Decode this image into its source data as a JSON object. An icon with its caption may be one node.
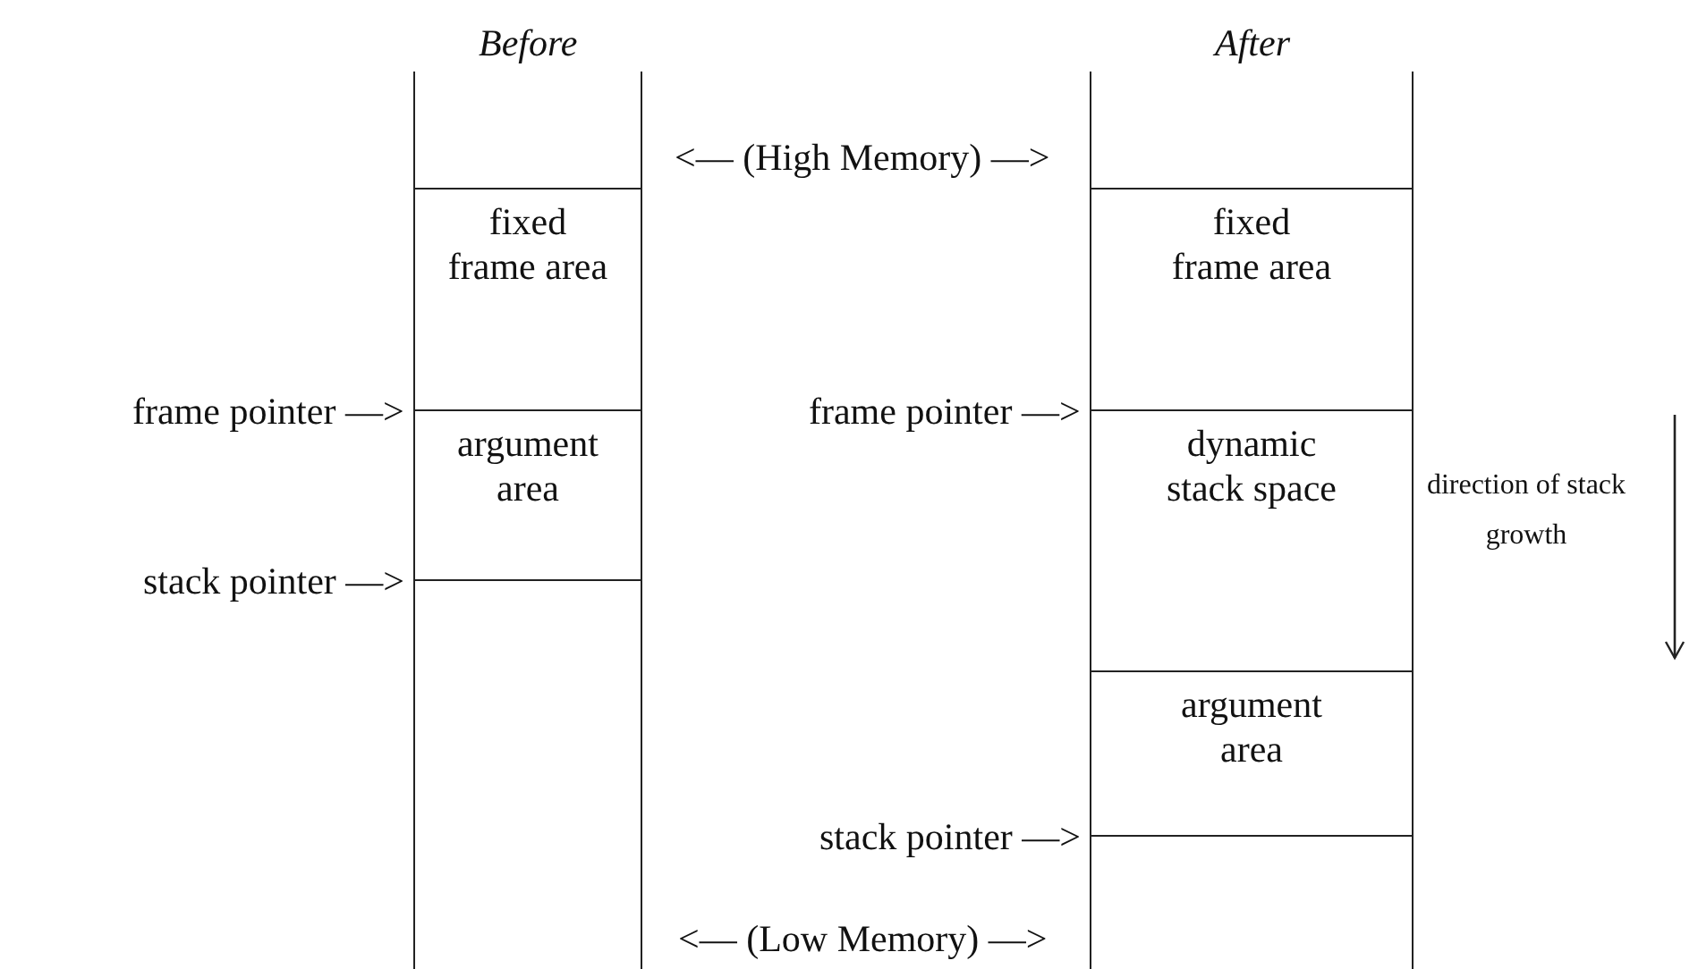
{
  "diagram": {
    "nodes": [
      {
        "text": [],
        "shape": "box"
      },
      {
        "text": [
          "fixed frame area"
        ]
      },
      {
        "text": [
          "argument area"
        ]
      },
      {
        "text": [],
        "shape": "box"
      },
      {
        "text": [],
        "shape": "box"
      },
      {
        "text": [
          "fixed frame area"
        ]
      },
      {
        "text": [
          "dynamic stack space"
        ]
      },
      {
        "text": [
          "argument area"
        ]
      },
      {
        "text": [],
        "shape": "box"
      }
    ],
    "labels": [
      "Before",
      "After",
      "<— (High Memory) —>",
      "frame pointer —>",
      "frame pointer —>",
      "direction of stack growth",
      "stack pointer —>",
      "stack pointer —>",
      "<— (Low Memory) —>"
    ]
  }
}
